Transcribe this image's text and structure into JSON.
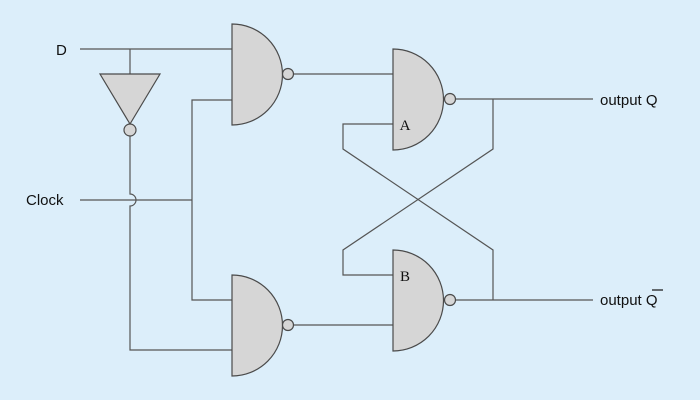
{
  "diagram": {
    "inputs": {
      "d": "D",
      "clock": "Clock"
    },
    "outputs": {
      "q": "output Q",
      "q_bar_prefix": "output ",
      "q_bar_symbol": "Q"
    },
    "gate_labels": {
      "a": "A",
      "b": "B"
    }
  }
}
